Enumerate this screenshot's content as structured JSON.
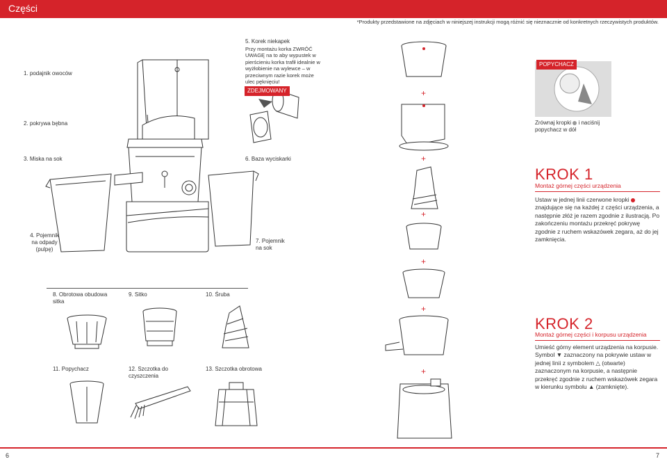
{
  "header": {
    "title": "Części"
  },
  "note": "*Produkty przedstawione na zdjęciach w niniejszej instrukcji mogą różnić się nieznacznie od konkretnych rzeczywistych produktów.",
  "parts": {
    "p1": "1. podajnik owoców",
    "p2": "2. pokrywa  bębna",
    "p3": "3. Miska na sok",
    "p4": "4. Pojemnik\nna odpady\n(pulpę)",
    "p5_title": "5. Korek niekapek",
    "p5_text": "Przy montażu korka ZWRÓĆ UWAGĘ na to aby wypustek w pierścieniu korka trafił idealnie w wyżłobienie na wylewce – w przeciwnym razie korek może ulec pęknięciu!",
    "p5_tag": "ZDEJMOWANY",
    "p6": "6. Baza wyciskarki",
    "p7": "7. Pojemnik\nna sok",
    "p8": "8. Obrotowa obudowa sitka",
    "p9": "9. Sitko",
    "p10": "10. Śruba",
    "p11": "11. Popychacz",
    "p12": "12. Szczotka do czyszczenia",
    "p13": "13. Szczotka obrotowa"
  },
  "pusher": {
    "tag": "POPYCHACZ",
    "instr_a": "Zrównaj kropki",
    "instr_b": "i naciśnij popychacz w dół"
  },
  "krok1": {
    "title": "KROK 1",
    "subtitle": "Montaż górnej części urządzenia",
    "body_a": "Ustaw w jednej linii czerwone kropki",
    "body_b": "znajdujące się na każdej z części urządzenia, a następnie złóż je razem zgodnie z ilustracją. Po zakończeniu montażu przekręć pokrywę zgodnie z ruchem wskazówek zegara, aż do jej zamknięcia."
  },
  "krok2": {
    "title": "KROK 2",
    "subtitle": "Montaż górnej części i korpusu urządzenia",
    "body": "Umieść górny element urządzenia na korpusie. Symbol ▼ zaznaczony na pokrywie ustaw w jednej linii z symbolem △ (otwarte) zaznaczonym na korpusie, a następnie przekręć zgodnie z ruchem wskazówek zegara w kierunku symbolu ▲ (zamknięte)."
  },
  "page_left": "6",
  "page_right": "7",
  "colors": {
    "accent": "#d5232a"
  }
}
